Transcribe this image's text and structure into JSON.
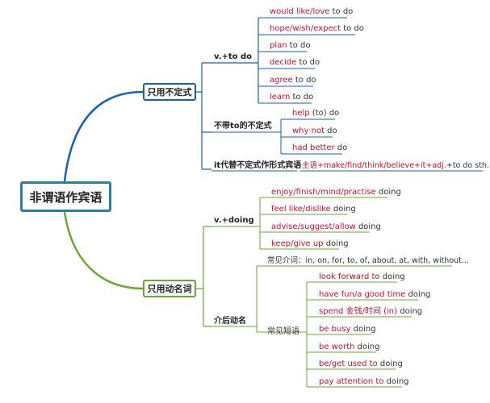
{
  "root": {
    "label": "非谓语作宾语"
  },
  "branch_infinitive": {
    "label": "只用不定式",
    "groups": [
      {
        "label": "v.+to do",
        "items": [
          {
            "red": "would like/love",
            "rest": " to do"
          },
          {
            "red": "hope/wish/expect",
            "rest": " to do"
          },
          {
            "red": "plan",
            "rest": " to do"
          },
          {
            "red": "decide",
            "rest": " to do"
          },
          {
            "red": "agree",
            "rest": " to do"
          },
          {
            "red": "learn",
            "rest": " to do"
          }
        ]
      },
      {
        "label": "不带to的不定式",
        "items": [
          {
            "red": "help",
            "rest": " (to) do"
          },
          {
            "red": "why not",
            "rest": " do"
          },
          {
            "red": "had better",
            "rest": " do"
          }
        ]
      },
      {
        "label": "it代替不定式作形式宾语",
        "items": [
          {
            "red": "主语+make/find/think/believe+it+adj.",
            "rest": "+to do sth."
          }
        ]
      }
    ]
  },
  "branch_gerund": {
    "label": "只用动名词",
    "groups": [
      {
        "label": "v.+doing",
        "items": [
          {
            "red": "enjoy/finish/mind/practise",
            "rest": " doing"
          },
          {
            "red": "feel like/dislike",
            "rest": " doing"
          },
          {
            "red": "advise/suggest/allow",
            "rest": " doing"
          },
          {
            "red": "keep/give up",
            "rest": " doing"
          }
        ]
      },
      {
        "label": "介后动名",
        "subgroups": [
          {
            "label": "常见介词：in, on, for, to, of, about, at, with, without..."
          },
          {
            "label": "常见短语",
            "items": [
              {
                "red": "look forward to",
                "rest": " doing"
              },
              {
                "red": "have fun/a good time",
                "rest": " doing"
              },
              {
                "red": "spend 金钱/时间 (in)",
                "rest": " doing"
              },
              {
                "red": "be busy",
                "rest": " doing"
              },
              {
                "red": "be worth",
                "rest": " doing"
              },
              {
                "red": "be/get used to",
                "rest": " doing"
              },
              {
                "red": "pay attention to",
                "rest": " doing"
              }
            ]
          }
        ]
      }
    ]
  },
  "colors": {
    "blue": "#1a5fb0",
    "green": "#6aa733",
    "root_border": "#2a7fa3",
    "red_text": "#c8102e"
  }
}
